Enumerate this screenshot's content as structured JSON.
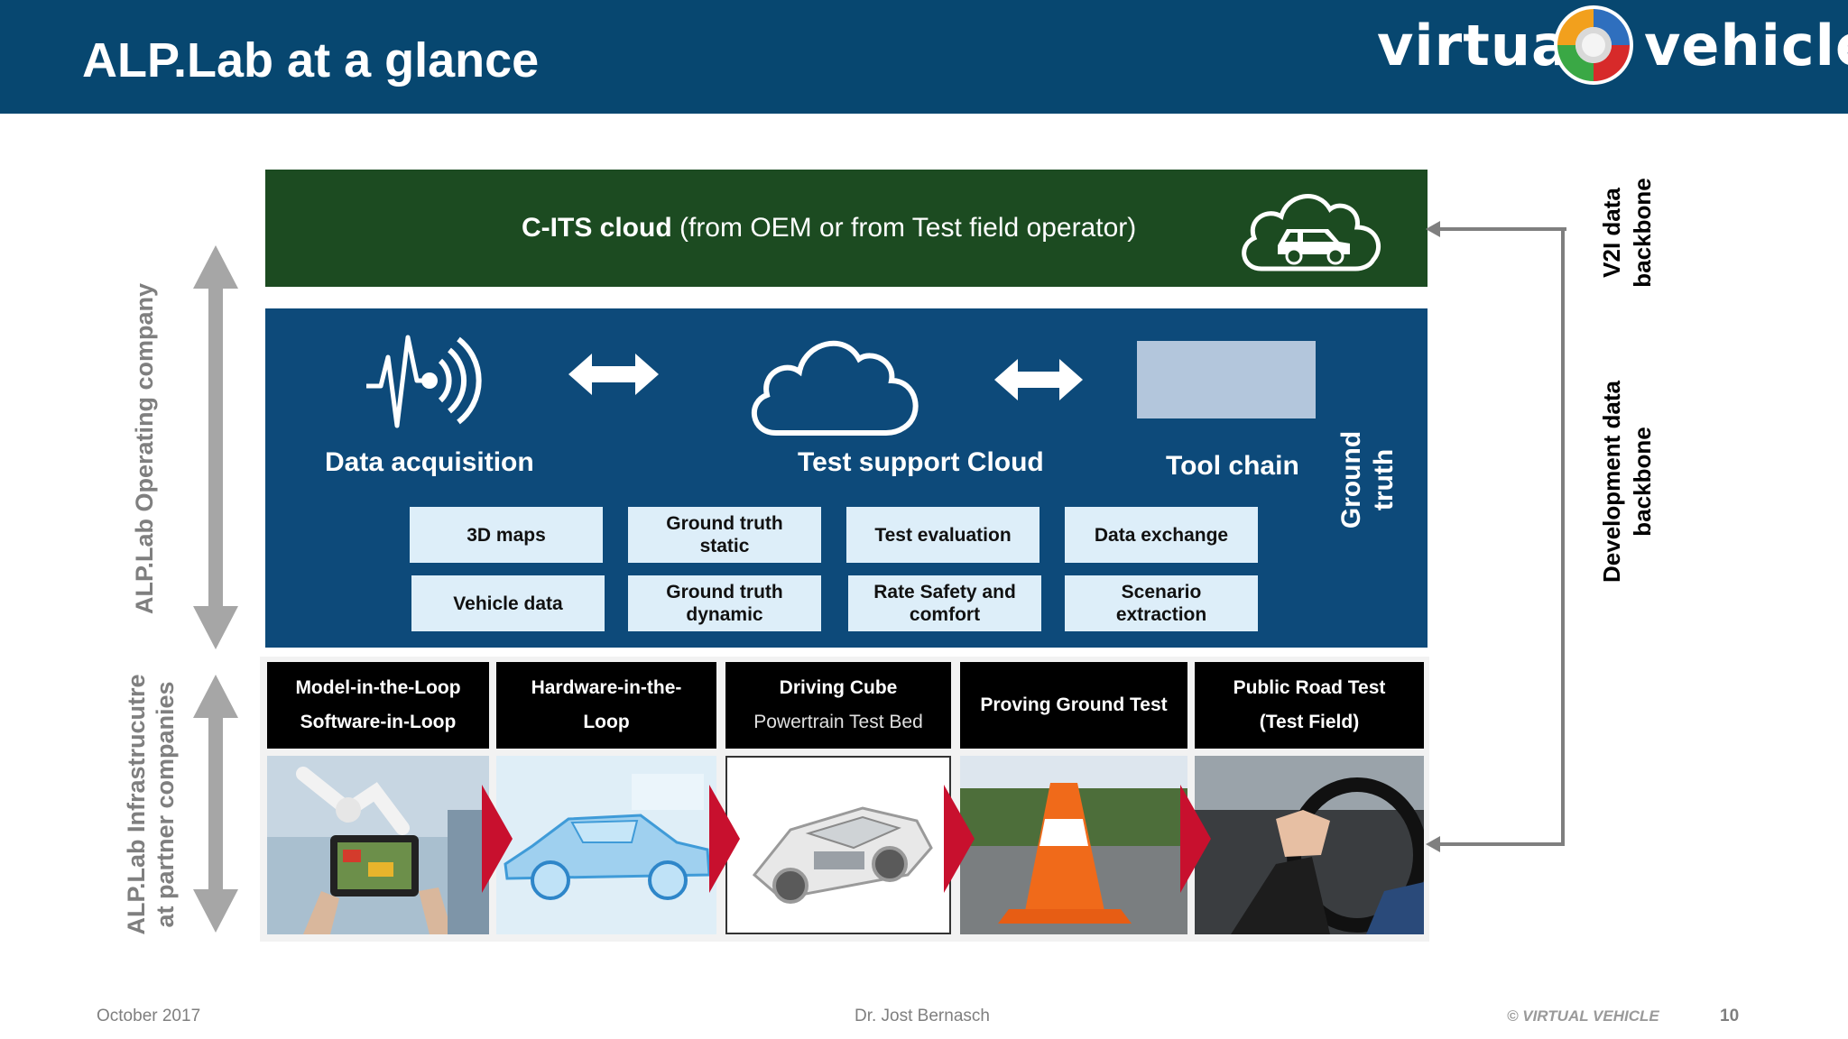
{
  "header": {
    "title": "ALP.Lab at a glance"
  },
  "logo": {
    "word_left": "virtual",
    "word_right": "vehicle"
  },
  "cits": {
    "bold": "C-ITS cloud",
    "rest": " (from OEM or from Test field operator)"
  },
  "panel": {
    "data_acquisition": "Data acquisition",
    "test_support_cloud": "Test support Cloud",
    "tool_chain": "Tool chain",
    "ground_truth_line1": "Ground",
    "ground_truth_line2": "truth",
    "boxes": [
      {
        "line1": "3D maps",
        "line2": ""
      },
      {
        "line1": "Ground truth",
        "line2": "static"
      },
      {
        "line1": "Test evaluation",
        "line2": ""
      },
      {
        "line1": "Data exchange",
        "line2": ""
      },
      {
        "line1": "Vehicle data",
        "line2": ""
      },
      {
        "line1": "Ground truth",
        "line2": "dynamic"
      },
      {
        "line1": "Rate Safety and",
        "line2": "comfort"
      },
      {
        "line1": "Scenario",
        "line2": "extraction"
      }
    ]
  },
  "stages": [
    {
      "line1": "Model-in-the-Loop",
      "line2": "Software-in-Loop",
      "line2_light": false
    },
    {
      "line1": "Hardware-in-the-",
      "line2": "Loop",
      "line2_light": false
    },
    {
      "line1": "Driving Cube",
      "line2": "Powertrain Test Bed",
      "line2_light": true
    },
    {
      "line1": "Proving Ground Test",
      "line2": "",
      "line2_light": false
    },
    {
      "line1": "Public Road Test",
      "line2": "(Test Field)",
      "line2_light": false
    }
  ],
  "left_labels": {
    "operating": "ALP.Lab Operating company",
    "infra_line1": "ALP.Lab Infrastrucutre",
    "infra_line2": "at partner companies"
  },
  "right_labels": {
    "v2i_line1": "V2I data",
    "v2i_line2": "backbone",
    "dev_line1": "Development data",
    "dev_line2": "backbone"
  },
  "footer": {
    "date": "October 2017",
    "author": "Dr. Jost Bernasch",
    "copyright": "© VIRTUAL VEHICLE",
    "page": "10"
  },
  "colors": {
    "header_blue": "#074770",
    "cits_green": "#1c4b21",
    "panel_blue": "#0d4a7a",
    "box_light": "#ddeef9",
    "chevron_red": "#c8102e",
    "arrow_gray": "#a6a6a6"
  }
}
